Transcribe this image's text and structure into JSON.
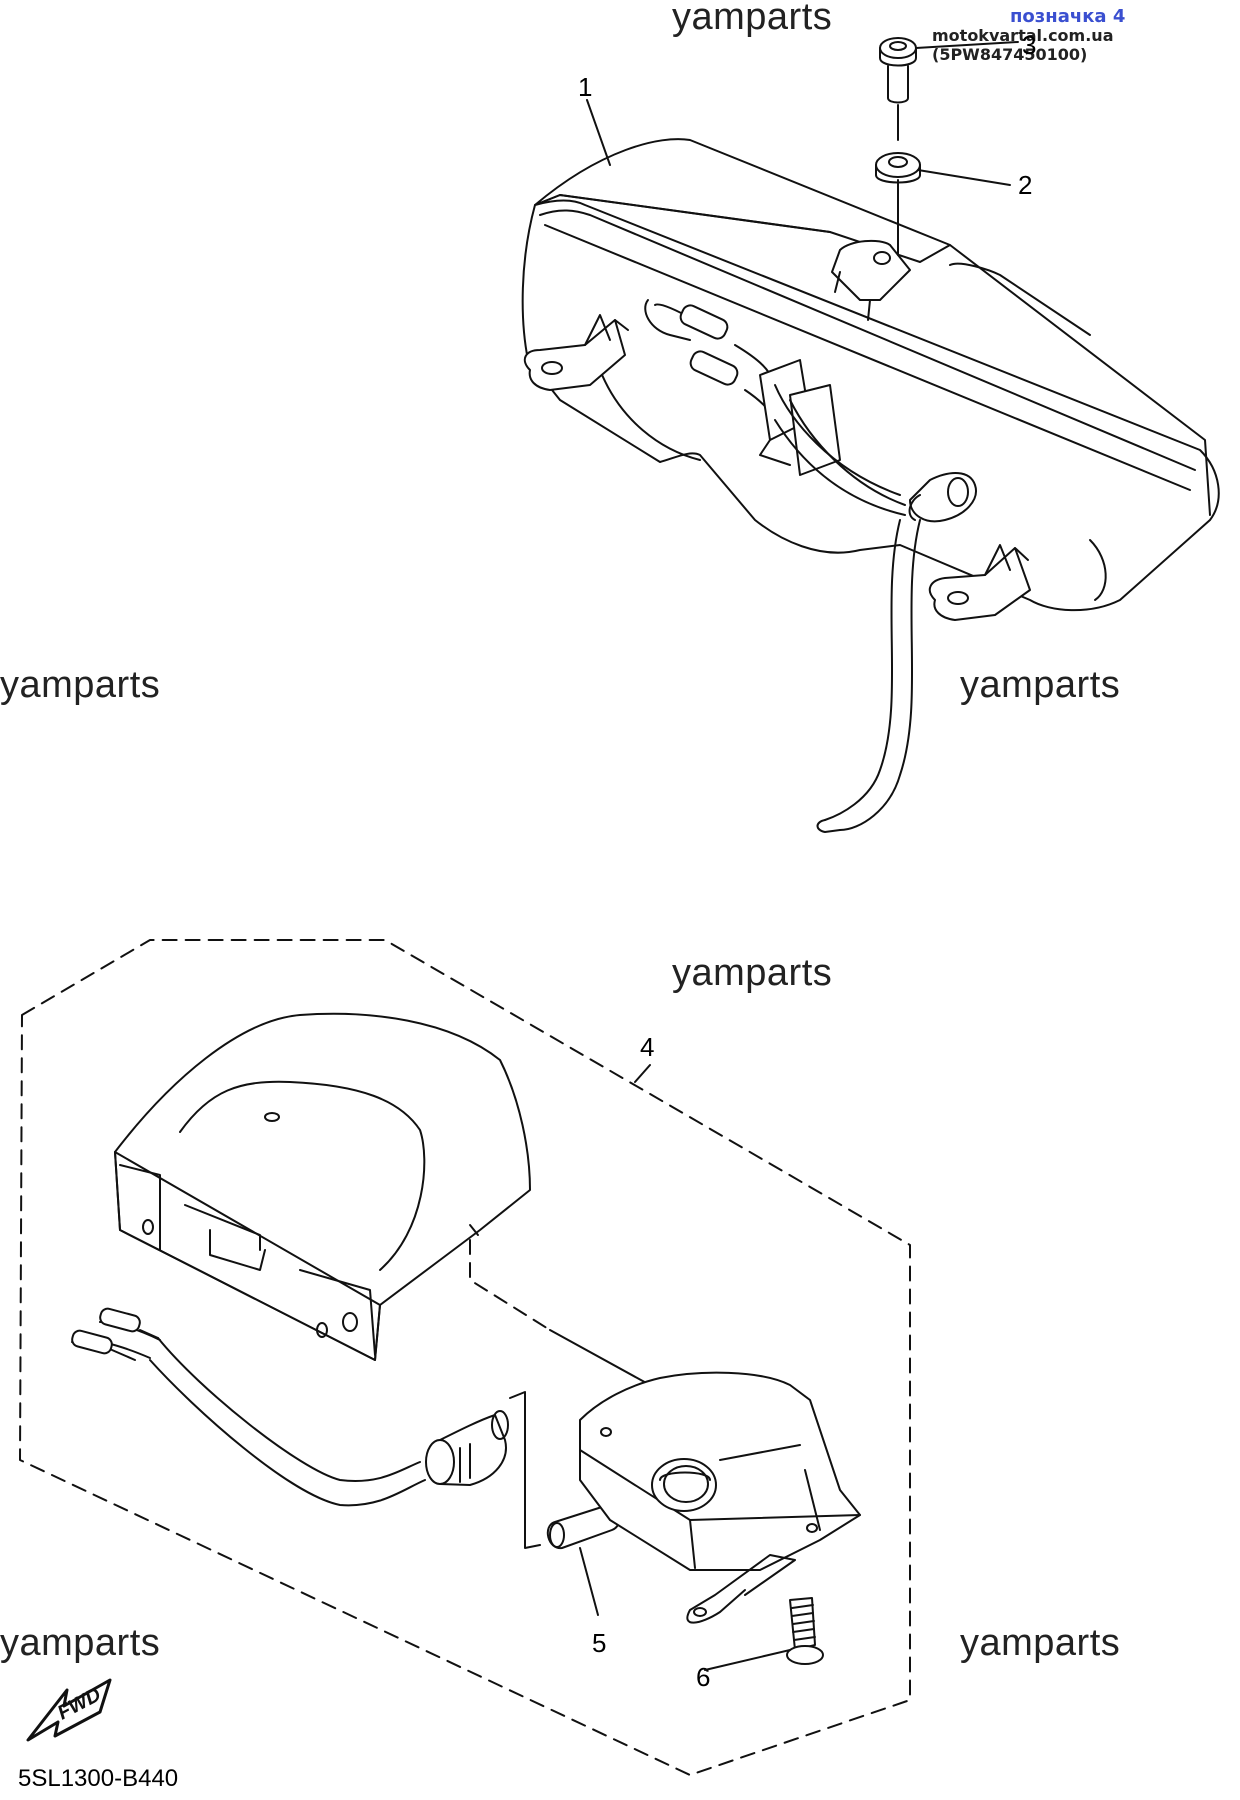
{
  "header": {
    "note": "позначка 4",
    "site": "motokvartal.com.ua (5PW847450100)"
  },
  "watermark": "yamparts",
  "callouts": [
    "1",
    "2",
    "3",
    "4",
    "5",
    "6"
  ],
  "fwd_label": "FWD",
  "diagram_code": "5SL1300-B440"
}
